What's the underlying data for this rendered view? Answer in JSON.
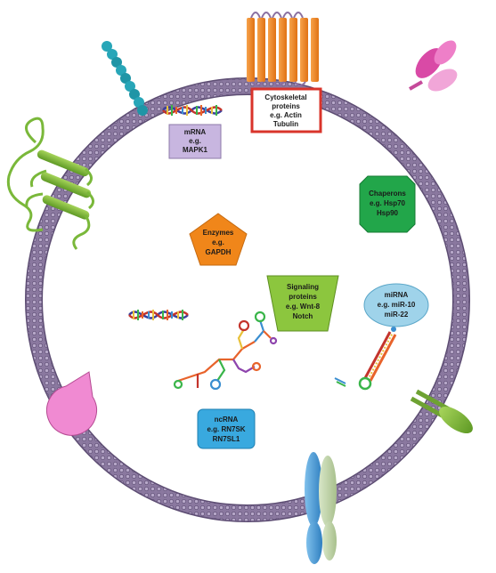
{
  "labels": {
    "cytoskeletal": {
      "line1": "Cytoskeletal",
      "line2": "proteins",
      "line3": "e.g. Actin",
      "line4": "Tubulin"
    },
    "mrna": {
      "line1": "mRNA",
      "line2": "e.g.",
      "line3": "MAPK1"
    },
    "chaperons": {
      "line1": "Chaperons",
      "line2": "e.g. Hsp70",
      "line3": "Hsp90"
    },
    "enzymes": {
      "line1": "Enzymes",
      "line2": "e.g.",
      "line3": "GAPDH"
    },
    "signaling": {
      "line1": "Signaling",
      "line2": "proteins",
      "line3": "e.g. Wnt-8",
      "line4": "Notch"
    },
    "mirna": {
      "line1": "miRNA",
      "line2": "e.g. miR-10",
      "line3": "miR-22"
    },
    "ncrna": {
      "line1": "ncRNA",
      "line2": "e.g. RN7SK",
      "line3": "RN7SL1"
    }
  },
  "colors": {
    "membrane": "#8a789f",
    "membrane_dark": "#5d4d73",
    "cyto_box_border": "#d9342b",
    "mrna_box": "#c8b6e0",
    "chaperon_box": "#22a64a",
    "enzyme_pentagon": "#f0861a",
    "signaling_trapezoid": "#8cc63e",
    "mirna_ellipse": "#9fd3ea",
    "ncrna_box": "#39a9df",
    "receptor_orange": "#f0862a",
    "receptor_green": "#7ab83a",
    "receptor_pink": "#e85bb0",
    "receptor_teal": "#26a2b4",
    "receptor_blue": "#3a8ed0"
  }
}
